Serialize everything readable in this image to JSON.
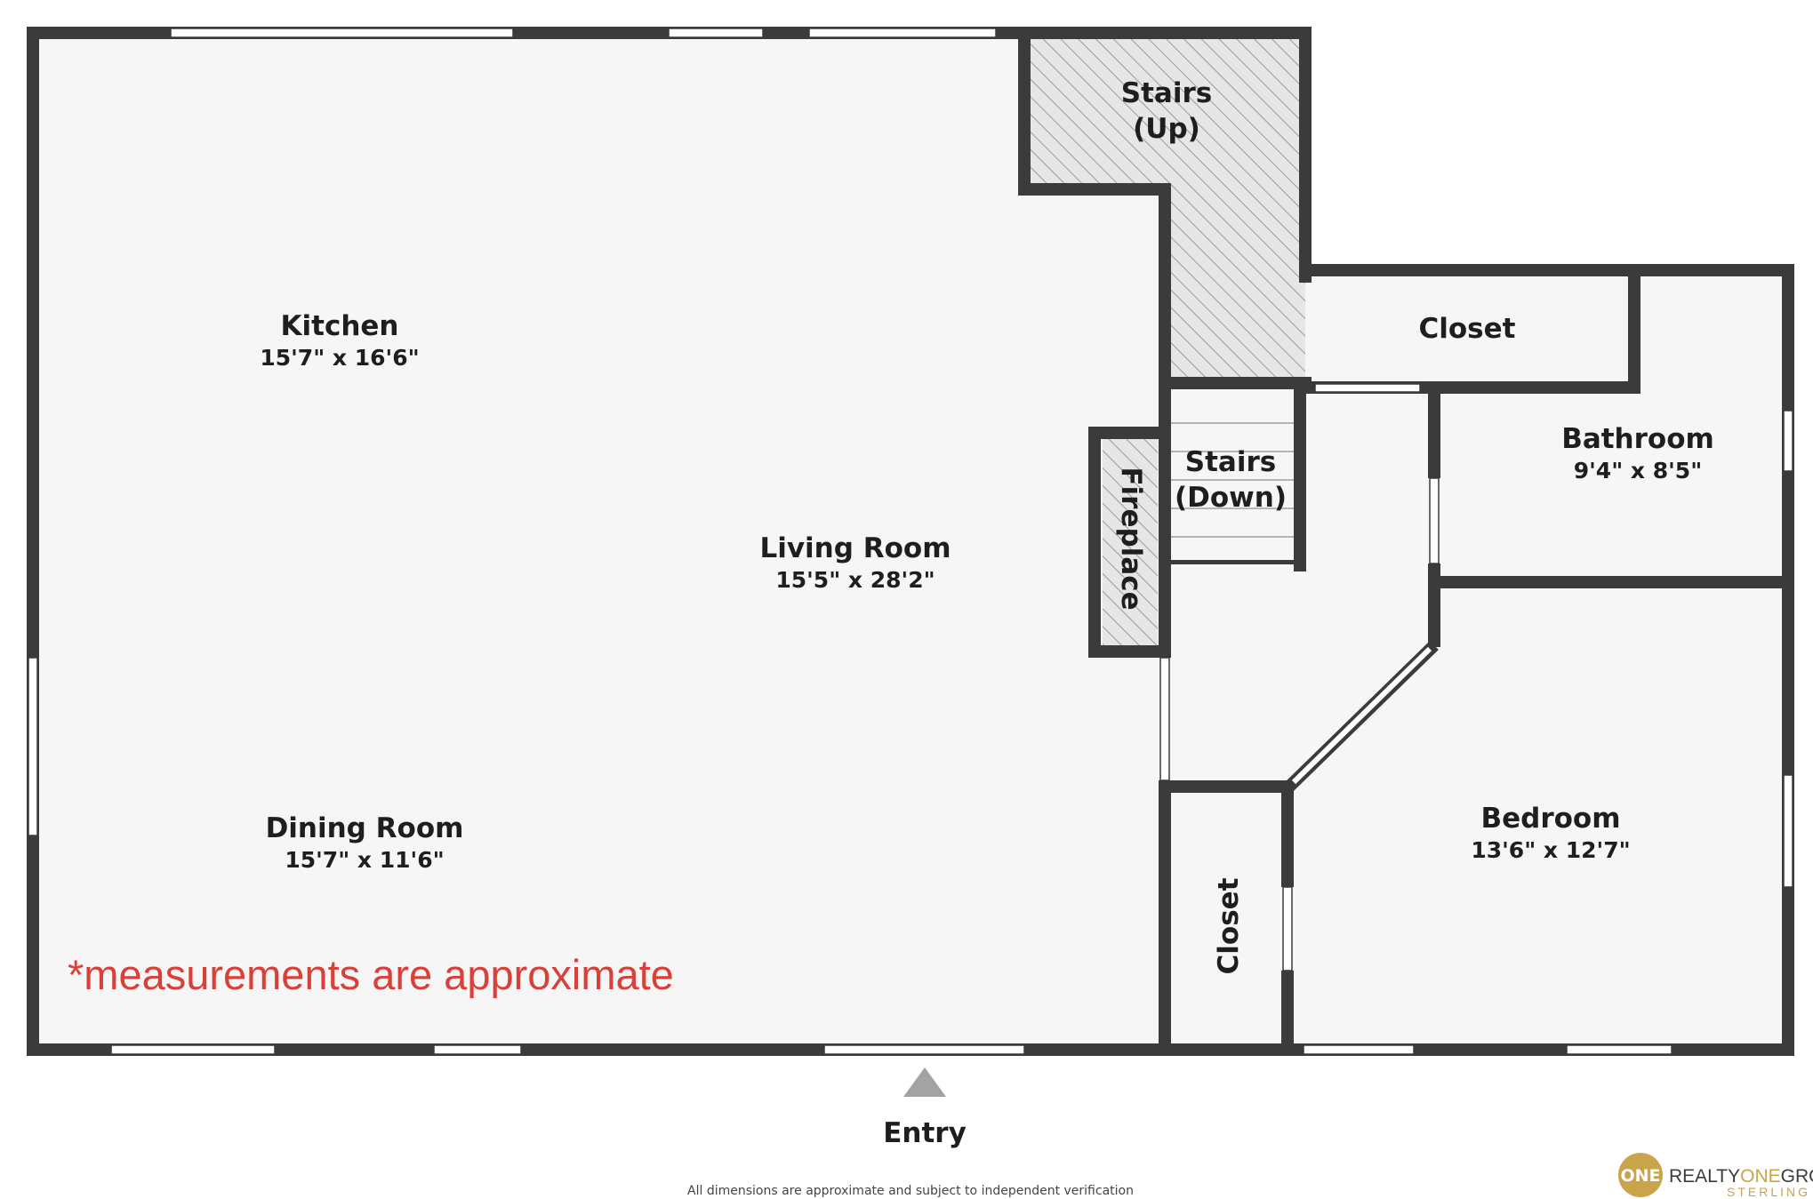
{
  "rooms": {
    "kitchen": {
      "name": "Kitchen",
      "dims": "15'7\" x 16'6\""
    },
    "living_room": {
      "name": "Living Room",
      "dims": "15'5\" x 28'2\""
    },
    "dining_room": {
      "name": "Dining Room",
      "dims": "15'7\" x 11'6\""
    },
    "bathroom": {
      "name": "Bathroom",
      "dims": "9'4\" x 8'5\""
    },
    "bedroom": {
      "name": "Bedroom",
      "dims": "13'6\" x 12'7\""
    },
    "closet_top": {
      "name": "Closet"
    },
    "closet_bottom": {
      "name": "Closet"
    },
    "stairs_up": {
      "line1": "Stairs",
      "line2": "(Up)"
    },
    "stairs_down": {
      "line1": "Stairs",
      "line2": "(Down)"
    },
    "fireplace": {
      "name": "Fireplace"
    }
  },
  "entry": {
    "label": "Entry"
  },
  "disclaimer": {
    "text": "*measurements are approximate",
    "color": "#d9403a"
  },
  "footnote": {
    "text": "All dimensions are approximate and subject to independent verification"
  },
  "logo": {
    "badge": "ONE",
    "brand_a": "REALTY",
    "brand_b": "ONE",
    "brand_c": "GROUP",
    "sub": "STERLING",
    "gold": "#c9a44a",
    "dark": "#3c3c3c"
  },
  "colors": {
    "wall": "#3b3b3b",
    "floor": "#f6f6f6",
    "hatch": "#c8c8c8",
    "window": "#ffffff"
  }
}
